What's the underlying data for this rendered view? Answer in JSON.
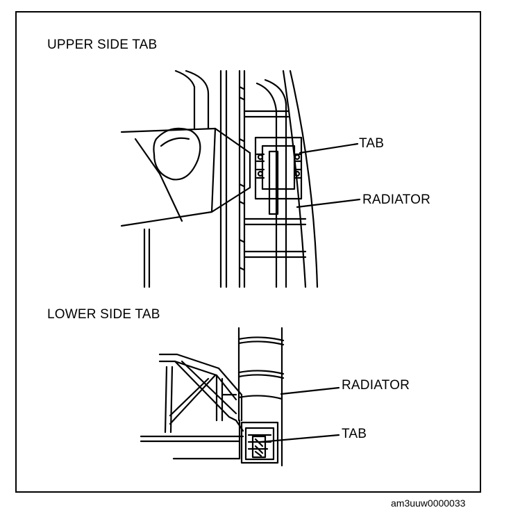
{
  "figure": {
    "upper_title": "UPPER SIDE TAB",
    "upper_labels": {
      "tab": "TAB",
      "radiator": "RADIATOR"
    },
    "lower_title": "LOWER SIDE TAB",
    "lower_labels": {
      "radiator": "RADIATOR",
      "tab": "TAB"
    },
    "figure_code": "am3uuw0000033"
  }
}
